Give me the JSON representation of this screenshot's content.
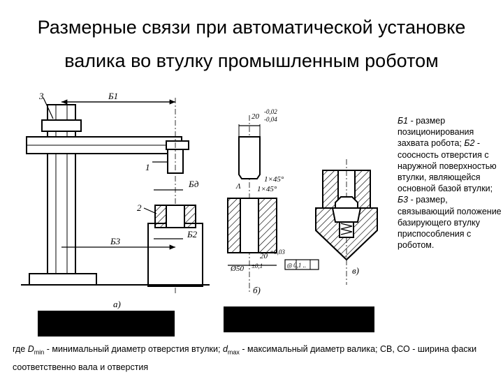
{
  "slide": {
    "title_line1": "Размерные связи при автоматической установке",
    "title_line2": "валика во втулку промышленным роботом"
  },
  "drawing_labels": {
    "num3": "3",
    "b1": "Б1",
    "num1": "1",
    "bd": "Бд",
    "num2": "2",
    "b2": "Б2",
    "b3": "Б3",
    "fig_a": "а)",
    "dim_20": "20",
    "tol_top": "-0,02",
    "tol_bot": "-0,04",
    "chamfer1": "1×45°",
    "chamfer2": "1×45°",
    "lambda": "Λ",
    "dim_hole": "20",
    "tol_hole": "+0,03",
    "dim_50": "Ø50",
    "tol_50": "±0,1",
    "tol_frame": "◎ 0,1 ..",
    "fig_b": "б)",
    "fig_v": "в)"
  },
  "description": {
    "b1": "Б1",
    "b1_text": " - размер позиционирования захвата робота;",
    "b2": "Б2",
    "b2_text": " - соосность отверстия с наружной поверхностью втулки, являющейся основной базой втулки;",
    "b3": "Б3",
    "b3_text": " - размер, связывающий положение базирующего втулку приспособления с роботом."
  },
  "footer": {
    "p1": "где ",
    "dmin": "D",
    "dmin_sub": "min",
    "p2": " - минимальный диаметр отверстия втулки; ",
    "dmax": "d",
    "dmax_sub": "max",
    "p3": " -  максимальный диаметр валика; СВ, СО - ширина фаски соответственно вала и отверстия"
  }
}
